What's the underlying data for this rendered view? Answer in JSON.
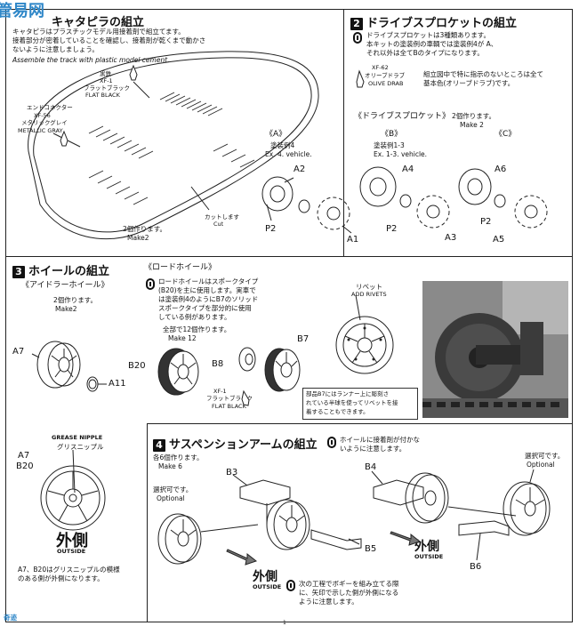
{
  "top_strip": "",
  "watermark": {
    "text": "管易网",
    "color": "#2f87c8"
  },
  "bottom_wm": "奇迹",
  "step1": {
    "title": "キャタピラの組立",
    "jp_lines": [
      "キャタピラはプラスチックモデル用接着剤で組立てます。",
      "接着部分が密着していることを確認し、接着剤が乾くまで動かさ",
      "ないように注意しましょう。"
    ],
    "en": "Assemble the track with plastic model cement.",
    "paint1": {
      "jp": "黒鉄",
      "code": "XF-1",
      "name_jp": "フラットブラック",
      "name_en": "FLAT BLACK"
    },
    "paint2": {
      "label": "エンドコネクター",
      "code": "XF-56",
      "name_jp": "メタリックグレイ",
      "name_en": "METALLIC GRAY"
    },
    "cut_jp": "カットします",
    "cut_en": "Cut",
    "make_jp": "2個作ります。",
    "make_en": "Make2"
  },
  "step2": {
    "number": "2",
    "title": "ドライブスプロケットの組立",
    "note_lines": [
      "ドライブスプロケットは3種類あります。",
      "本キットの塗装例の車輌では塗装例4が A、",
      "それ以外は全てBのタイプになります。"
    ],
    "paint": {
      "code": "XF-62",
      "name_jp": "オリーブドラブ",
      "name_en": "OLIVE DRAB"
    },
    "paint_note": [
      "組立図中で特に指示のないところは全て",
      "基本色(オリーブドラブ)です。"
    ],
    "sub_title": "《ドライブスプロケット》",
    "make_jp": "2個作ります。",
    "make_en": "Make 2",
    "variants": [
      {
        "name": "《A》",
        "jp": "塗装例4",
        "en": "Ex. 4. vehicle.",
        "parts": [
          "A2",
          "P2",
          "A1"
        ]
      },
      {
        "name": "《B》",
        "jp": "塗装例1-3",
        "en": "Ex. 1-3. vehicle.",
        "parts": [
          "A4",
          "P2",
          "A3"
        ]
      },
      {
        "name": "《C》",
        "jp": "",
        "en": "",
        "parts": [
          "A6",
          "P2",
          "A5"
        ]
      }
    ]
  },
  "step3": {
    "number": "3",
    "title": "ホイールの組立",
    "idler_title": "《アイドラーホイール》",
    "idler_make_jp": "2個作ります。",
    "idler_make_en": "Make2",
    "idler_parts": [
      "A7",
      "A11"
    ],
    "road_title": "《ロードホイール》",
    "road_note": [
      "ロードホイールはスポークタイプ",
      "(B20)を主に使用します。実車で",
      "は塗装例4のようにB7のソリッド",
      "スポークタイプを部分的に使用",
      "している例があります。"
    ],
    "road_make_jp": "全部で12個作ります。",
    "road_make_en": "Make 12",
    "road_parts": [
      "B20",
      "B8",
      "B7"
    ],
    "paint": {
      "code": "XF-1",
      "name_jp": "フラットブラック",
      "name_en": "FLAT BLACK"
    },
    "rivet_jp": "リベット",
    "rivet_en": "ADD RIVETS",
    "rivet_note": [
      "部品B7にはランナー上に彫刻さ",
      "れている半球を使ってリベットを接",
      "着することもできます。"
    ]
  },
  "grease": {
    "parts": [
      "A7",
      "B20"
    ],
    "label_en": "GREASE NIPPLE",
    "label_jp": "グリスニップル",
    "outside_jp": "外側",
    "outside_en": "OUTSIDE",
    "note": [
      "A7、B20はグリスニップルの模様",
      "のある側が外側になります。"
    ]
  },
  "step4": {
    "number": "4",
    "title": "サスペンションアームの組立",
    "warn_lines": [
      "ホイールに接着剤が付かな",
      "いように注意します。"
    ],
    "make_jp": "各6個作ります。",
    "make_en": "Make 6",
    "optional_jp": "選択可です。",
    "optional_en": "Optional",
    "parts_left": [
      "B3",
      "B5"
    ],
    "parts_right": [
      "B4",
      "B6"
    ],
    "outside_jp": "外側",
    "outside_en": "OUTSIDE",
    "bottom_note": [
      "次の工程でボギーを組み立てる際",
      "に、矢印で示した側が外側になる",
      "ように注意します。"
    ]
  },
  "page_number": "1"
}
